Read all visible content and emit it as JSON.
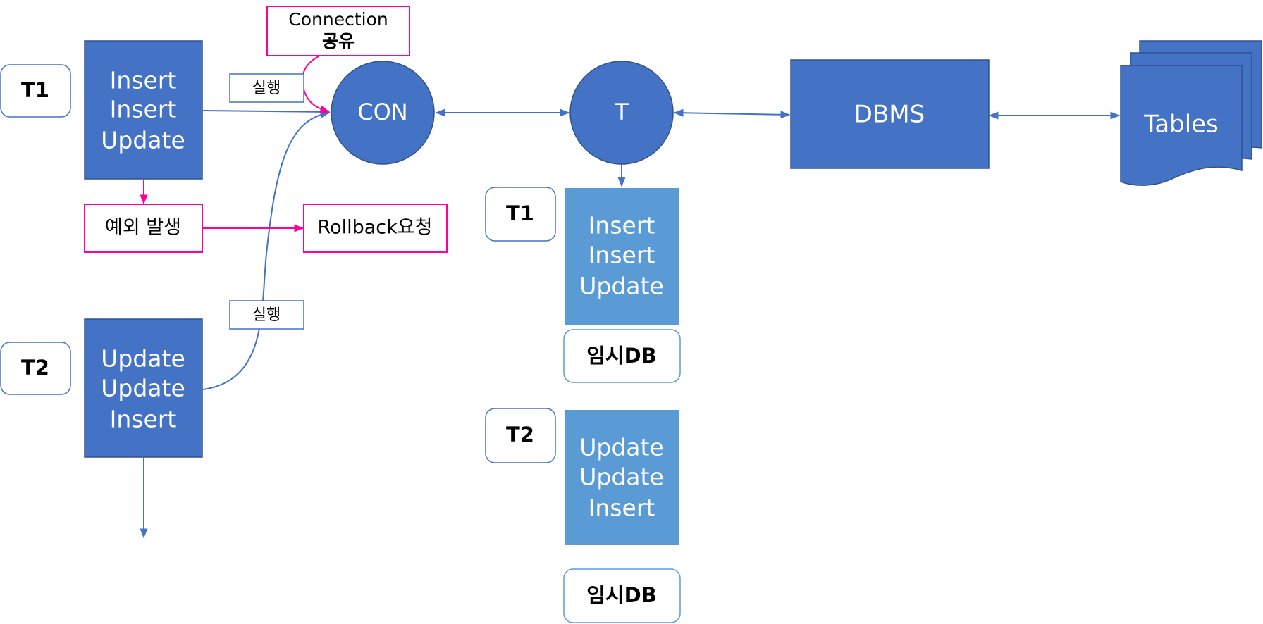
{
  "left": {
    "t1_label": "T1",
    "t2_label": "T2",
    "t1_ops": [
      "Insert",
      "Insert",
      "Update"
    ],
    "t2_ops": [
      "Update",
      "Update",
      "Insert"
    ],
    "exec_label_1": "실행",
    "exec_label_2": "실행",
    "connection_note": [
      "Connection",
      "공유"
    ],
    "exception_label": "예외 발생",
    "rollback_label": "Rollback요청",
    "con_label": "CON"
  },
  "right": {
    "t_label": "T",
    "dbms_label": "DBMS",
    "tables_label": "Tables",
    "t1_label": "T1",
    "t2_label": "T2",
    "t1_ops": [
      "Insert",
      "Insert",
      "Update"
    ],
    "t2_ops": [
      "Update",
      "Update",
      "Insert"
    ],
    "tempdb_label_1": "임시DB",
    "tempdb_label_2": "임시DB"
  },
  "colors": {
    "primary_blue": "#4472C4",
    "light_blue": "#5B9BD5",
    "magenta": "#FF00A0",
    "white": "#FFFFFF",
    "black": "#000000"
  }
}
